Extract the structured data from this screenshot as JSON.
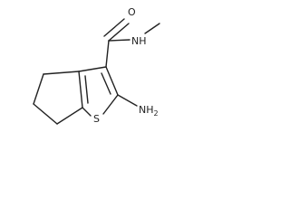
{
  "molecule": {
    "atoms": {
      "carbonyl_oxygen": "O",
      "amide_nitrogen": "NH",
      "amino_group": "NH",
      "amino_subscript": "2",
      "ring_sulfur": "S"
    },
    "colors": {
      "bond": "#222222",
      "label": "#222222",
      "background": "#ffffff"
    }
  }
}
